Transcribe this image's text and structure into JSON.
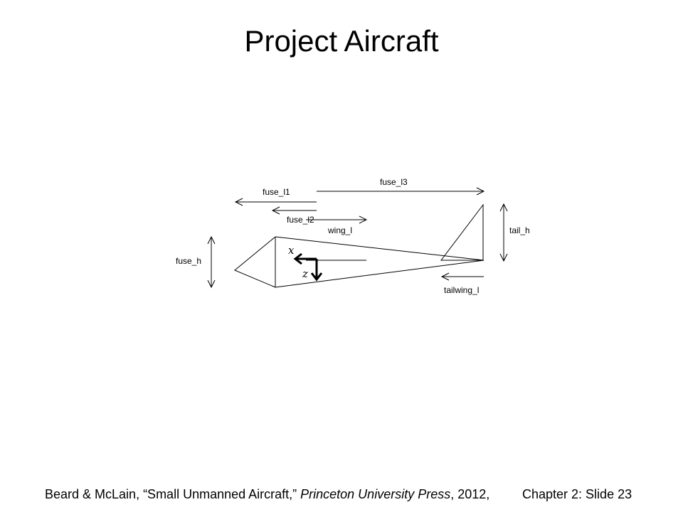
{
  "slide": {
    "title": "Project Aircraft"
  },
  "diagram": {
    "labels": {
      "fuse_l1": "fuse_l1",
      "fuse_l2": "fuse_l2",
      "fuse_l3": "fuse_l3",
      "wing_l": "wing_l",
      "tail_h": "tail_h",
      "fuse_h": "fuse_h",
      "tailwing_l": "tailwing_l"
    },
    "axes": {
      "x": "x",
      "z": "z"
    }
  },
  "footer": {
    "citation_authors": "Beard & McLain, “Small Unmanned Aircraft,” ",
    "citation_publisher": "Princeton University Press",
    "citation_year": ", 2012,",
    "slide_ref": "Chapter 2: Slide 23"
  }
}
